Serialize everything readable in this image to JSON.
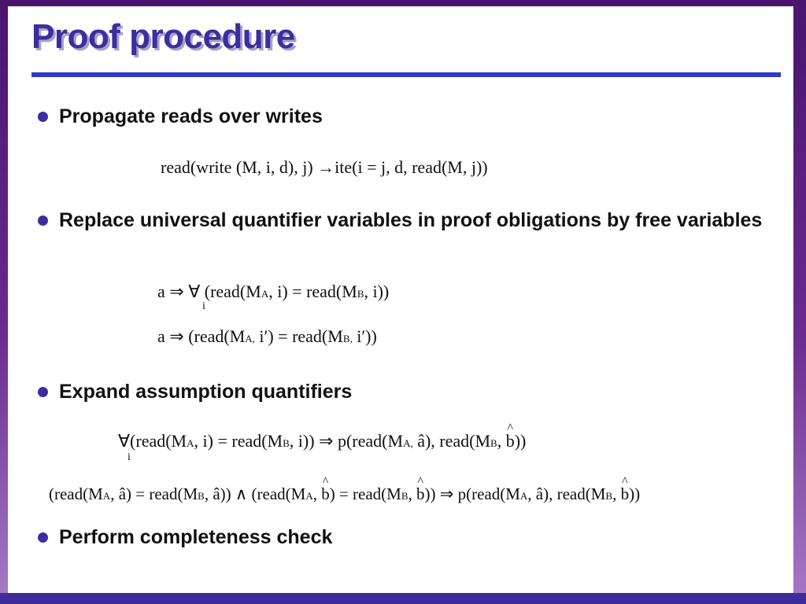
{
  "slide": {
    "title": "Proof procedure",
    "bullets": [
      {
        "text": "Propagate reads over writes"
      },
      {
        "text": "Replace universal quantifier variables in proof obligations by free variables"
      },
      {
        "text": "Expand assumption quantifiers"
      },
      {
        "text": "Perform completeness check"
      }
    ],
    "formulas": {
      "f1": "read(write (M, i, d),  j) →ite(i = j, d, read(M, j))",
      "f2": {
        "pre": "a ⇒ ∀ (read(M",
        "subA": "A",
        "mid": ", i) = read(M",
        "subB": "B",
        "post": ", i))",
        "under": "i"
      },
      "f3": {
        "pre": "a ⇒ (read(M",
        "subA": "A,",
        "mid": " i′) = read(M",
        "subB": "B,",
        "post": " i′))"
      },
      "f4": {
        "p1": "∀(read(M",
        "s1": "A",
        "p2": ", i) = read(M",
        "s2": "B",
        "p3": ", i)) ⇒ p(read(M",
        "s3": "A,",
        "p4": " â), read(M",
        "s4": "B",
        "p5": ", ",
        "hatchar": "b",
        "p6": "))",
        "under": "i"
      },
      "f5": {
        "p1": "(read(M",
        "s1": "A",
        "p2": ", â) = read(M",
        "s2": "B",
        "p3": ", â)) ∧ (read(M",
        "s3": "A",
        "p4": ", ",
        "h1": "b",
        "p5": ") = read(M",
        "s4": "B",
        "p6": ", ",
        "h2": "b",
        "p7": ")) ⇒ p(read(M",
        "s5": "A",
        "p8": ", â), read(M",
        "s6": "B",
        "p9": ", ",
        "h3": "b",
        "p10": "))"
      }
    }
  }
}
